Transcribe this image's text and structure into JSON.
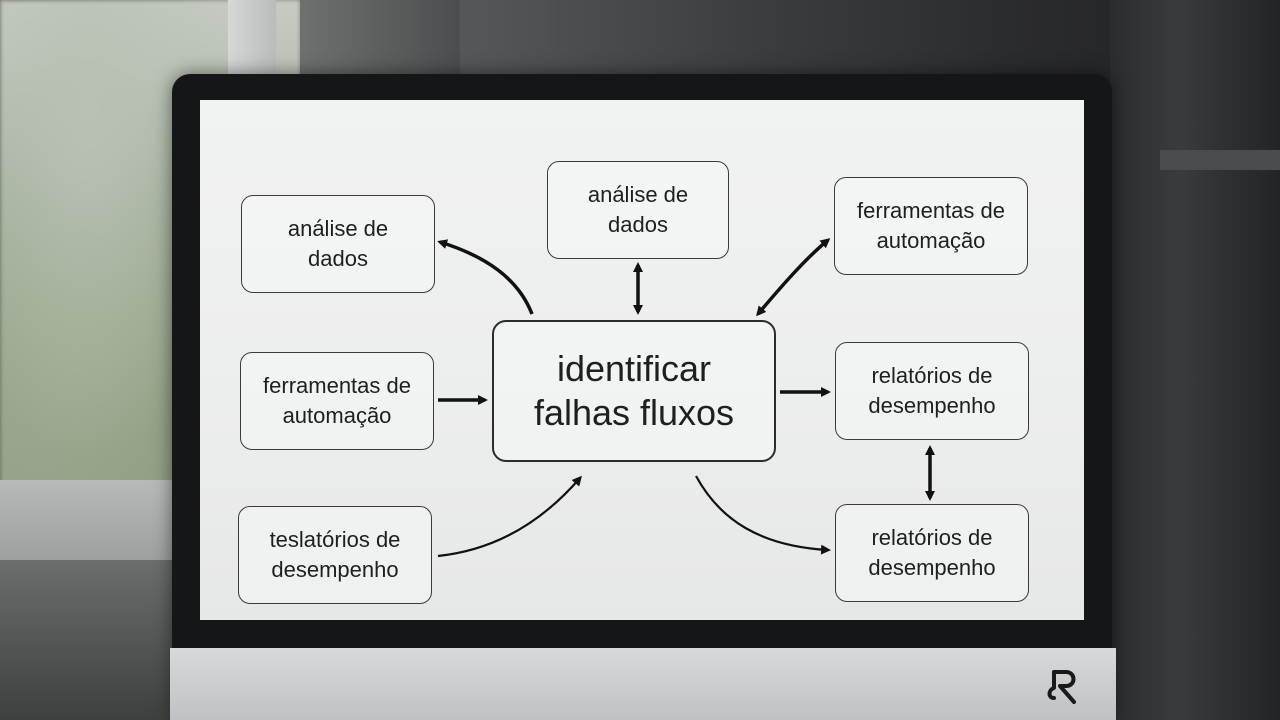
{
  "diagram": {
    "center": "identificar\nfalhas fluxos",
    "nodes": {
      "top_left": "análise de\ndados",
      "top_center": "análise de\ndados",
      "top_right": "ferramentas de\nautomação",
      "mid_left": "ferramentas de\nautomação",
      "mid_right": "relatórios de\ndesempenho",
      "bottom_left": "teslatórios de\ndesempenho",
      "bottom_right": "relatórios de\ndesempenho"
    }
  }
}
